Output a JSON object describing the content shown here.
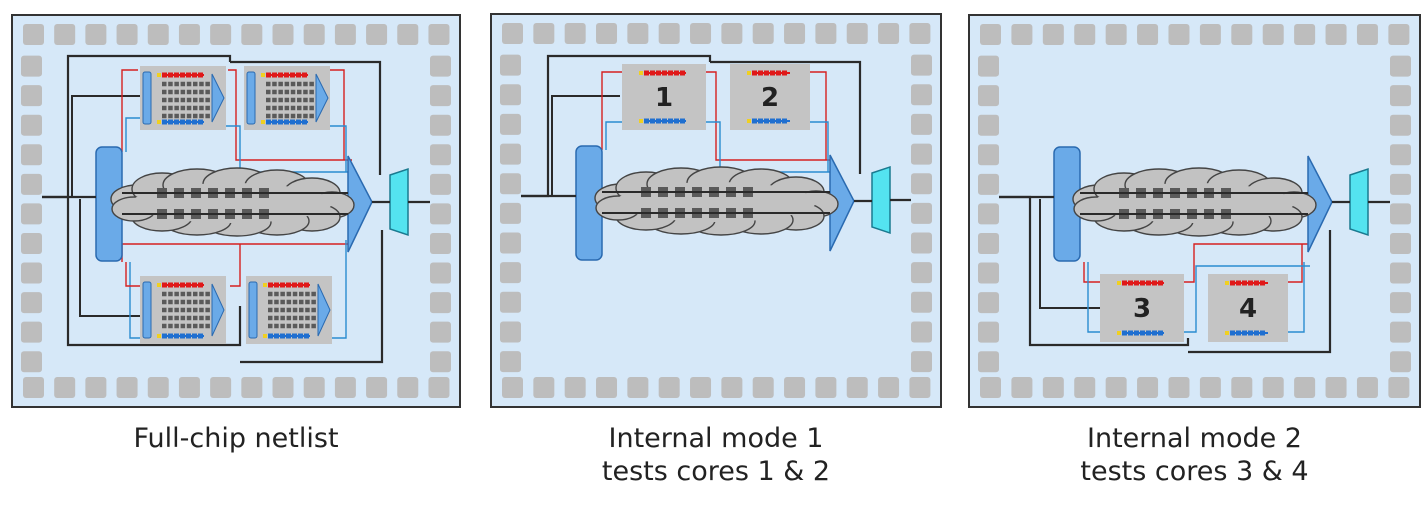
{
  "panels": [
    {
      "id": "full-chip",
      "caption_lines": [
        "Full-chip netlist"
      ],
      "mode": "full",
      "core_labels": []
    },
    {
      "id": "internal-mode-1",
      "caption_lines": [
        "Internal mode 1",
        "tests cores 1 & 2"
      ],
      "mode": "top",
      "core_labels": [
        "1",
        "2"
      ]
    },
    {
      "id": "internal-mode-2",
      "caption_lines": [
        "Internal mode 2",
        "tests cores 3 & 4"
      ],
      "mode": "bottom",
      "core_labels": [
        "3",
        "4"
      ]
    }
  ],
  "colors": {
    "chip_fill": "#d6e8f8",
    "chip_border": "#333333",
    "io_pad": "#bdbdbd",
    "cloud": "#c2c2c2",
    "flop": "#5a5a5a",
    "decompressor": "#6aaae8",
    "compactor": "#6aaae8",
    "test_mux": "#54e3f0",
    "core_box": "#c4c4c4",
    "wire_black": "#2a2a2a",
    "wire_red": "#d62020",
    "wire_blue": "#2a8cd0",
    "scan_red": "#e01818",
    "scan_blue": "#1f6fd0"
  }
}
